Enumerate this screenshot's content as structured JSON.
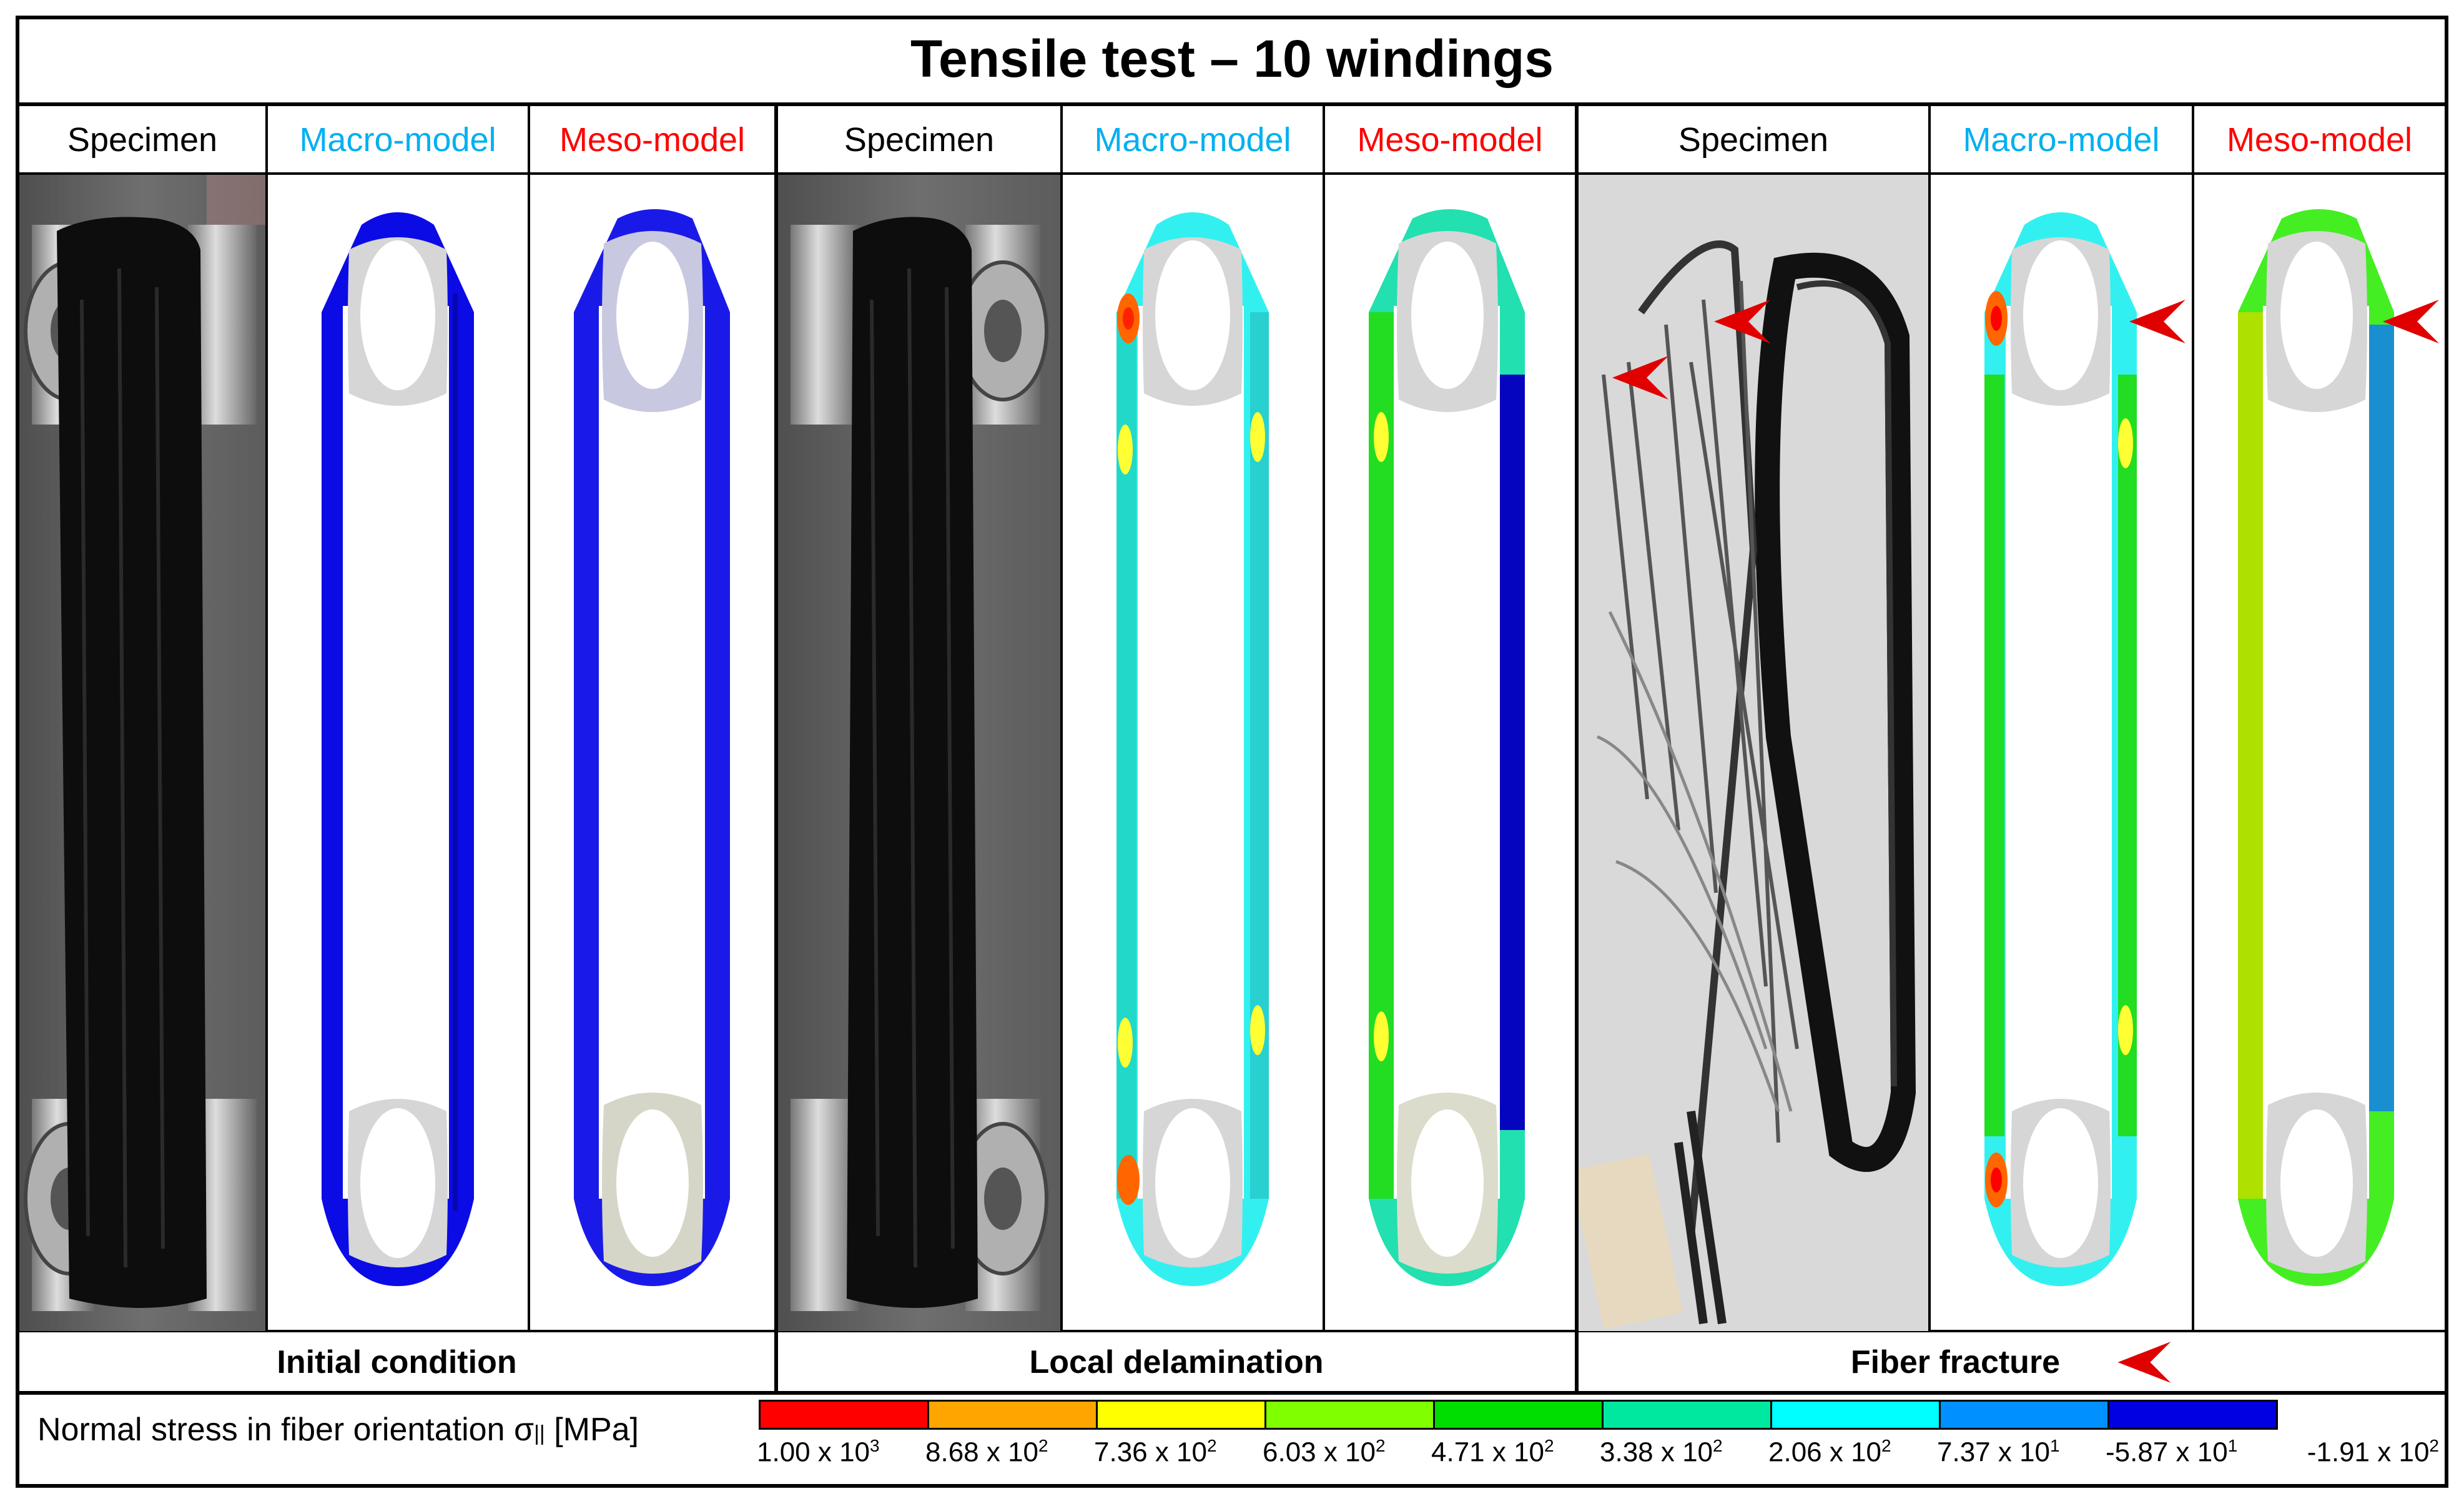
{
  "title": "Tensile test – 10 windings",
  "headers": {
    "specimen": "Specimen",
    "macro": "Macro-model",
    "meso": "Meso-model"
  },
  "colors": {
    "macro_header": "#00b0f0",
    "meso_header": "#ff0000",
    "arrow": "#e00000"
  },
  "stages": [
    {
      "caption": "Initial condition"
    },
    {
      "caption": "Local delamination"
    },
    {
      "caption": "Fiber fracture"
    }
  ],
  "legend": {
    "label": "Normal stress in fiber orientation σ",
    "subscript": "||",
    "unit": "[MPa]",
    "colors": [
      "#ff0000",
      "#ffa500",
      "#ffff00",
      "#80ff00",
      "#00dd00",
      "#00e8a0",
      "#00ffff",
      "#0090ff",
      "#0000e0"
    ],
    "ticks": [
      {
        "m": "1.00 x 10",
        "e": "3"
      },
      {
        "m": "8.68 x 10",
        "e": "2"
      },
      {
        "m": "7.36 x 10",
        "e": "2"
      },
      {
        "m": "6.03 x 10",
        "e": "2"
      },
      {
        "m": "4.71 x 10",
        "e": "2"
      },
      {
        "m": "3.38 x 10",
        "e": "2"
      },
      {
        "m": "2.06 x 10",
        "e": "2"
      },
      {
        "m": "7.37 x 10",
        "e": "1"
      },
      {
        "m": "-5.87 x 10",
        "e": "1"
      },
      {
        "m": "-1.91 x 10",
        "e": "2"
      }
    ]
  }
}
